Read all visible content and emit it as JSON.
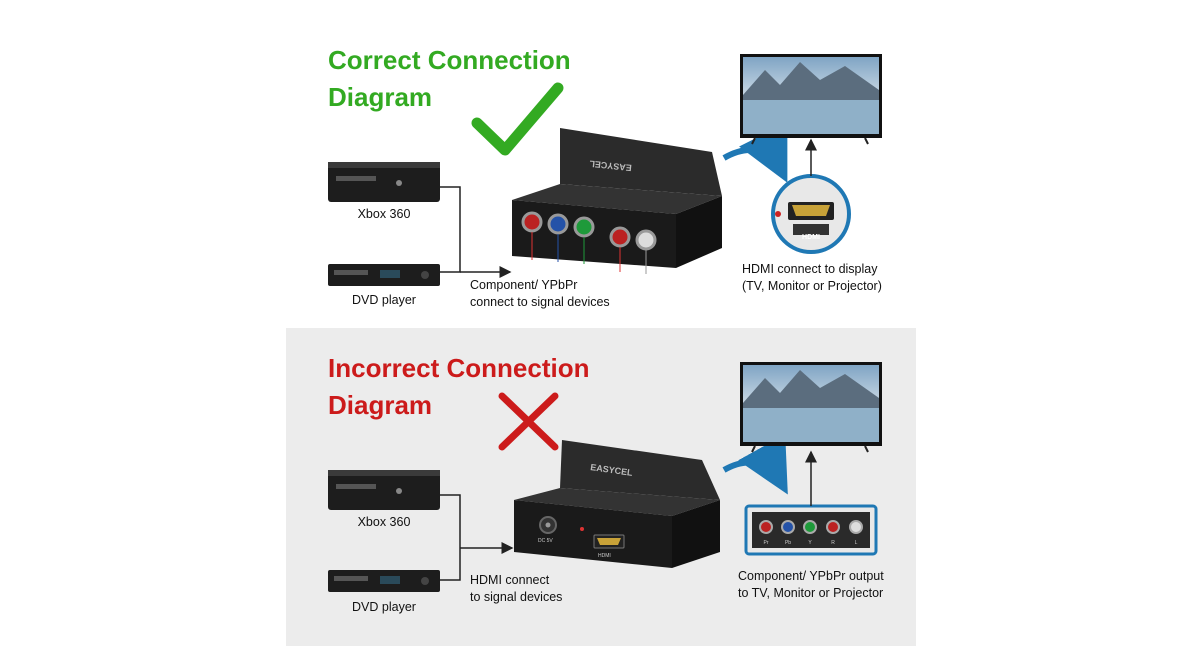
{
  "colors": {
    "correct": "#33aa22",
    "incorrect": "#cc1b1b",
    "arrow_blue": "#1f78b4",
    "panel_bg": "#ececec",
    "device": "#1d1d1d"
  },
  "correct": {
    "heading": "Correct Connection\nDiagram",
    "mark_icon": "check-icon",
    "source_1": "Xbox 360",
    "source_2": "DVD player",
    "input_label": "Component/ YPbPr\nconnect to signal devices",
    "output_label": "HDMI connect to display\n(TV, Monitor or Projector)",
    "converter_brand": "EASYCEL",
    "port_label": "HDMI"
  },
  "incorrect": {
    "heading": "Incorrect Connection\nDiagram",
    "mark_icon": "cross-icon",
    "source_1": "Xbox 360",
    "source_2": "DVD player",
    "input_label": "HDMI connect\nto signal devices",
    "output_label": "Component/ YPbPr output\nto TV, Monitor or Projector",
    "converter_brand": "EASYCEL",
    "dc_label": "DC 5V",
    "hdmi_label": "HDMI",
    "port_labels": [
      "Pr",
      "Pb",
      "Y",
      "R",
      "L"
    ]
  }
}
